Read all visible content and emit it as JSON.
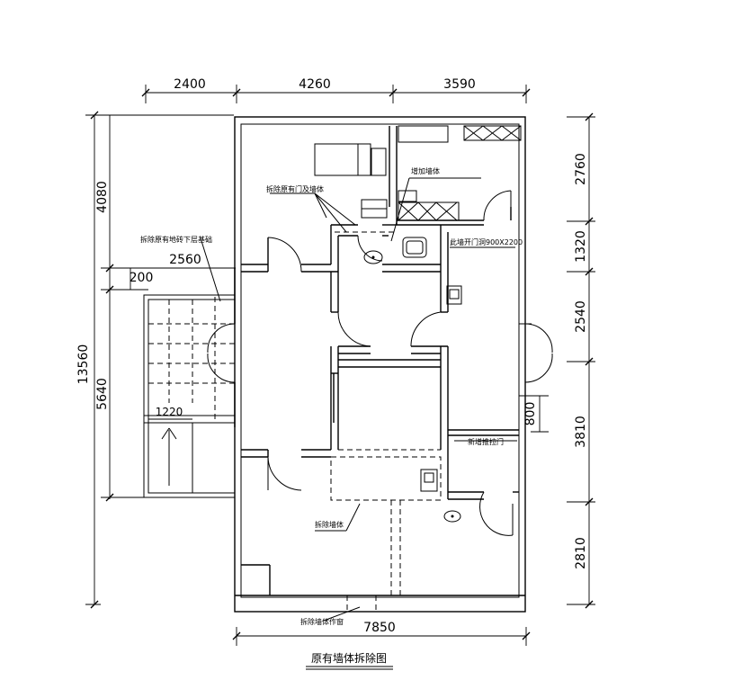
{
  "drawing": {
    "title": "原有墙体拆除图",
    "annotations": {
      "demolish_door_wall": "拆除原有门及墙体",
      "add_wall": "增加墙体",
      "remove_basement_foundation": "拆除原有地砖下层基础",
      "door_opening": "此墙开门洞900X2200",
      "new_door": "新增推拉门",
      "remove_wall": "拆除墙体",
      "remove_wall_window": "拆除墙体作窗"
    },
    "dimensions": {
      "top": [
        "2400",
        "4260",
        "3590"
      ],
      "left_total": "13560",
      "left_upper": "4080",
      "left_lower": "5640",
      "stair_width": "2560",
      "stair_gap": "200",
      "stair_landing": "1220",
      "right": [
        "2760",
        "1320",
        "2540",
        "3810",
        "2810"
      ],
      "window_800": "800",
      "bottom": "7850"
    }
  }
}
